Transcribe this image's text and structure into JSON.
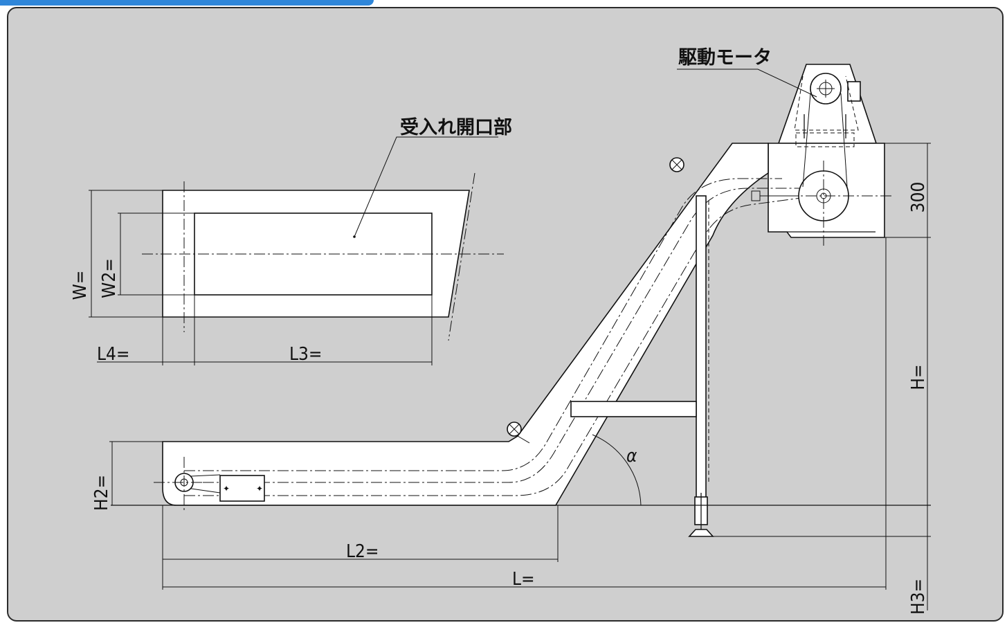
{
  "labels": {
    "receiving_opening": "受入れ開口部",
    "drive_motor": "駆動モータ"
  },
  "dimensions": {
    "W": "W=",
    "W2": "W2=",
    "L4": "L4=",
    "L3": "L3=",
    "L2": "L2=",
    "L": "L=",
    "H": "H=",
    "H2": "H2=",
    "H3": "H3=",
    "top_height": "300",
    "angle": "α"
  },
  "colors": {
    "background": "#cfcfcf",
    "frame_border": "#2b2b2b",
    "tab_accent": "#2f86d9",
    "part_fill": "#ffffff",
    "line": "#111111"
  }
}
